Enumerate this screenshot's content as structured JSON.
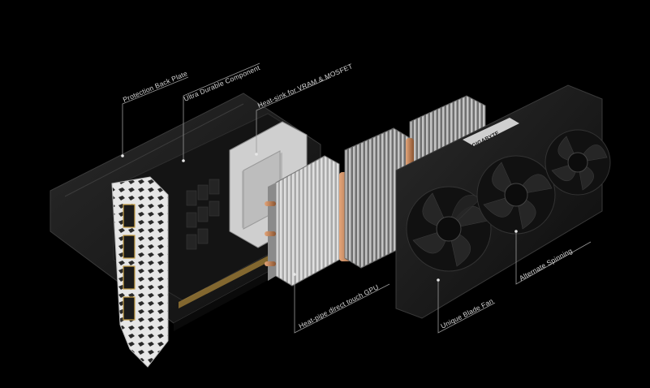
{
  "brand": {
    "logo_text": "GIGABYTE"
  },
  "callouts": [
    {
      "id": "back-plate",
      "label": "Protection Back Plate"
    },
    {
      "id": "durable",
      "label": "Ultra Durable Component"
    },
    {
      "id": "vram-heatsink",
      "label": "Heat-sink for VRAM & MOSFET"
    },
    {
      "id": "heatpipe",
      "label": "Heat-pipe direct touch GPU"
    },
    {
      "id": "blade-fan",
      "label": "Unique Blade Fan"
    },
    {
      "id": "alternate",
      "label": "Alternate Spinning"
    }
  ],
  "colors": {
    "background": "#000000",
    "plate": "#1a1a1a",
    "bracket": "#e8e8e8",
    "copper": "#c9875a",
    "heatsink": "#bdbdbd",
    "shroud": "#181818"
  }
}
